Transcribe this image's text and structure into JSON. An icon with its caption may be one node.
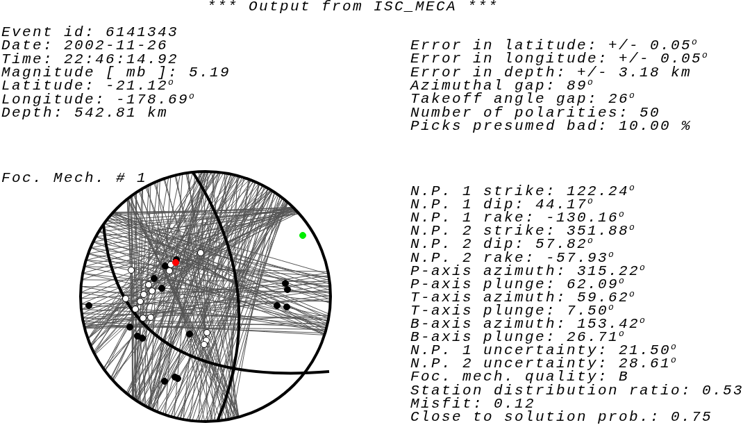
{
  "diagram": {
    "title": "*** Output from ISC_MECA ***",
    "labels": [
      "Event id: 6141343",
      "Date: 2002-11-26",
      "Time: 22:46:14.92",
      "Magnitude [ mb ]: 5.19",
      "Latitude: -21.12$^{o}$",
      "Longitude: -178.69$^{o}$",
      "Depth: 542.81 km",
      "Error in latitude: +/- 0.05$^{o}$",
      "Error in longitude: +/- 0.05$^{o}$",
      "Error in depth: +/- 3.18 km",
      "Azimuthal gap: 89$^{o}$",
      "Takeoff angle gap: 26$^{o}$",
      "Number of polarities: 50",
      "Picks presumed bad: 10.00 %",
      "Foc. Mech. # 1",
      "N.P. 1 strike: 122.24$^{o}$",
      "N.P. 1 dip: 44.17$^{o}$",
      "N.P. 1 rake: -130.16$^{o}$",
      "N.P. 2 strike: 351.88$^{o}$",
      "N.P. 2 dip: 57.82$^{o}$",
      "N.P. 2 rake: -57.93$^{o}$",
      "P-axis azimuth: 315.22$^{o}$",
      "P-axis plunge: 62.09$^{o}$",
      "T-axis azimuth: 59.62$^{o}$",
      "T-axis plunge: 7.50$^{o}$",
      "B-axis azimuth: 153.42$^{o}$",
      "B-axis plunge: 26.71$^{o}$",
      "N.P. 1 uncertainty: 21.50$^{o}$",
      "N.P. 2 uncertainty: 28.61$^{o}$",
      "Foc. mech. quality: B",
      "Station distribution ratio: 0.53",
      "Misfit: 0.12",
      "Close to solution prob.: 0.75"
    ]
  }
}
